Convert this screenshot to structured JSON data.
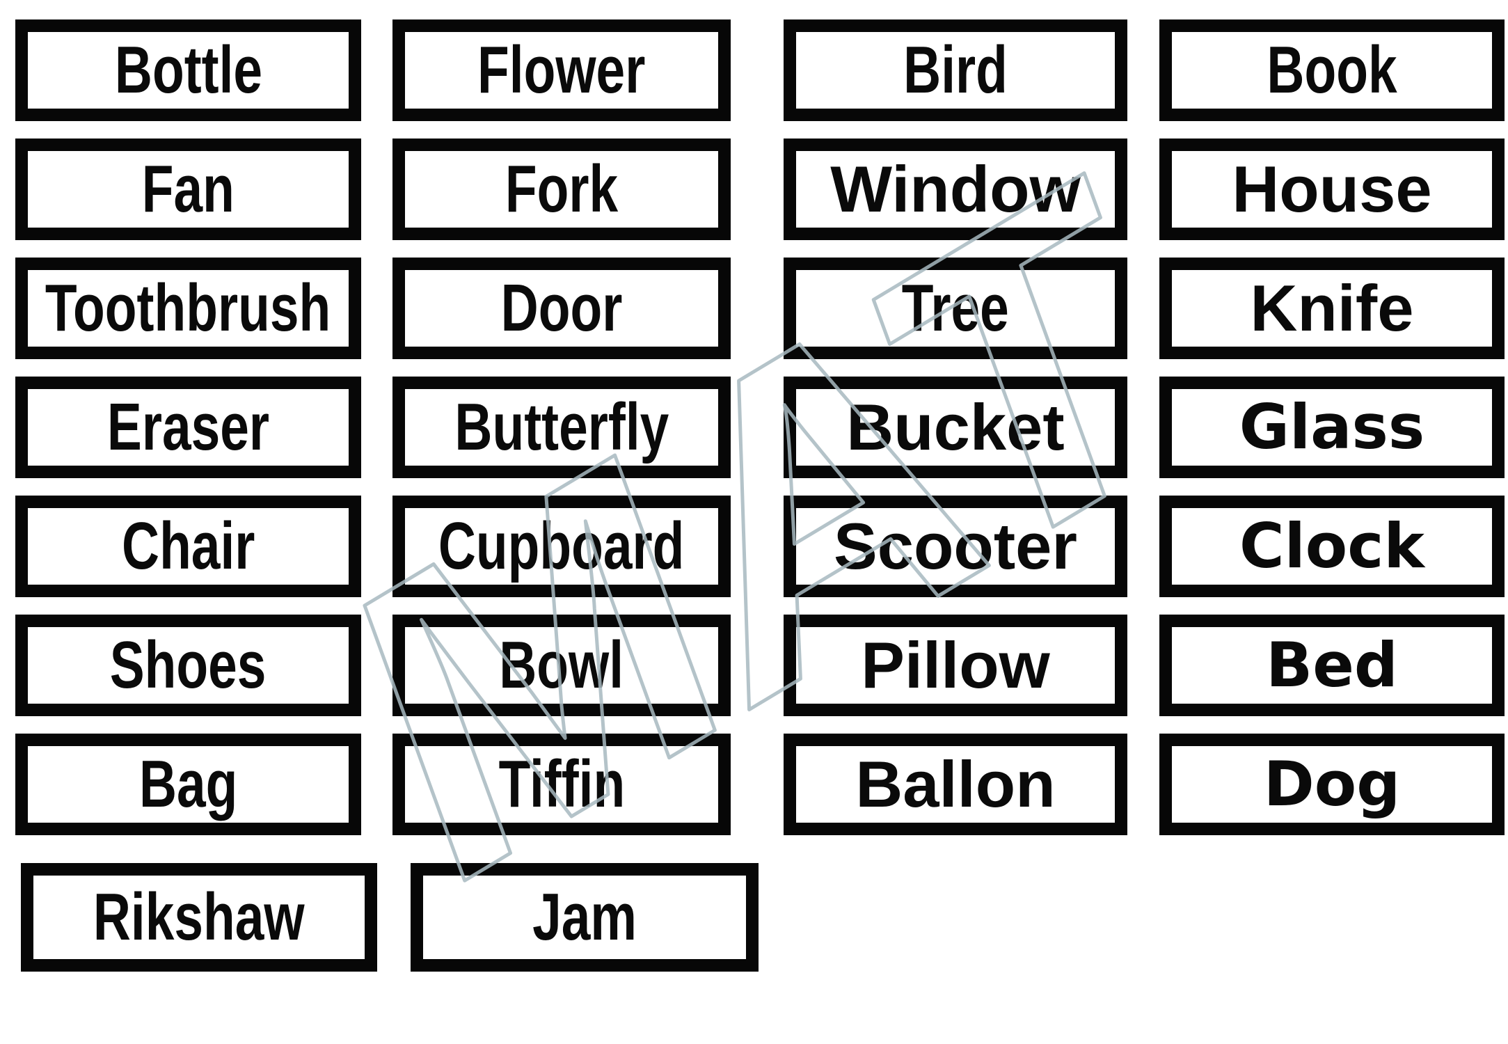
{
  "sheet": {
    "description": "Word flashcards worksheet",
    "border_color": "#070707",
    "background_color": "#ffffff",
    "text_color": "#0a0a0a"
  },
  "watermark": {
    "text": "MAT",
    "stroke_color": "#a7b8c0"
  },
  "cards": [
    {
      "label": "Bottle",
      "row": 0,
      "col": 0,
      "font": "narrow"
    },
    {
      "label": "Flower",
      "row": 0,
      "col": 1,
      "font": "narrow"
    },
    {
      "label": "Bird",
      "row": 0,
      "col": 2,
      "font": "narrow"
    },
    {
      "label": "Book",
      "row": 0,
      "col": 3,
      "font": "narrow"
    },
    {
      "label": "Fan",
      "row": 1,
      "col": 0,
      "font": "narrow"
    },
    {
      "label": "Fork",
      "row": 1,
      "col": 1,
      "font": "narrow"
    },
    {
      "label": "Window",
      "row": 1,
      "col": 2,
      "font": "regular"
    },
    {
      "label": "House",
      "row": 1,
      "col": 3,
      "font": "regular"
    },
    {
      "label": "Toothbrush",
      "row": 2,
      "col": 0,
      "font": "narrow"
    },
    {
      "label": "Door",
      "row": 2,
      "col": 1,
      "font": "narrow"
    },
    {
      "label": "Tree",
      "row": 2,
      "col": 2,
      "font": "narrow"
    },
    {
      "label": "Knife",
      "row": 2,
      "col": 3,
      "font": "regular"
    },
    {
      "label": "Eraser",
      "row": 3,
      "col": 0,
      "font": "narrow"
    },
    {
      "label": "Butterfly",
      "row": 3,
      "col": 1,
      "font": "narrow"
    },
    {
      "label": "Bucket",
      "row": 3,
      "col": 2,
      "font": "regular"
    },
    {
      "label": "Glass",
      "row": 3,
      "col": 3,
      "font": "wide"
    },
    {
      "label": "Chair",
      "row": 4,
      "col": 0,
      "font": "narrow"
    },
    {
      "label": "Cupboard",
      "row": 4,
      "col": 1,
      "font": "narrow"
    },
    {
      "label": "Scooter",
      "row": 4,
      "col": 2,
      "font": "regular"
    },
    {
      "label": "Clock",
      "row": 4,
      "col": 3,
      "font": "wide"
    },
    {
      "label": "Shoes",
      "row": 5,
      "col": 0,
      "font": "narrow"
    },
    {
      "label": "Bowl",
      "row": 5,
      "col": 1,
      "font": "narrow"
    },
    {
      "label": "Pillow",
      "row": 5,
      "col": 2,
      "font": "regular"
    },
    {
      "label": "Bed",
      "row": 5,
      "col": 3,
      "font": "wide"
    },
    {
      "label": "Bag",
      "row": 6,
      "col": 0,
      "font": "narrow"
    },
    {
      "label": "Tiffin",
      "row": 6,
      "col": 1,
      "font": "narrow"
    },
    {
      "label": "Ballon",
      "row": 6,
      "col": 2,
      "font": "regular"
    },
    {
      "label": "Dog",
      "row": 6,
      "col": 3,
      "font": "wide"
    },
    {
      "label": "Rikshaw",
      "row": 7,
      "col": 0,
      "font": "narrow"
    },
    {
      "label": "Jam",
      "row": 7,
      "col": 1,
      "font": "narrow"
    }
  ]
}
